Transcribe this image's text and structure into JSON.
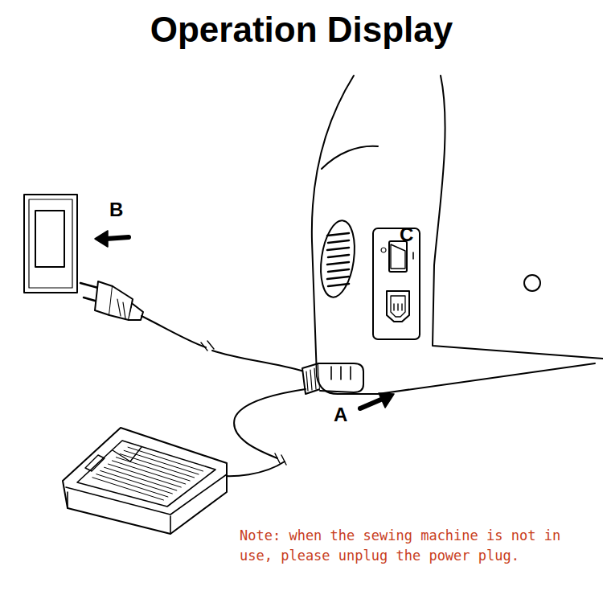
{
  "diagram": {
    "title": "Operation Display",
    "labels": [
      "B",
      "C",
      "A",
      "Note: when the sewing machine is not in use, please unplug the power plug."
    ]
  }
}
